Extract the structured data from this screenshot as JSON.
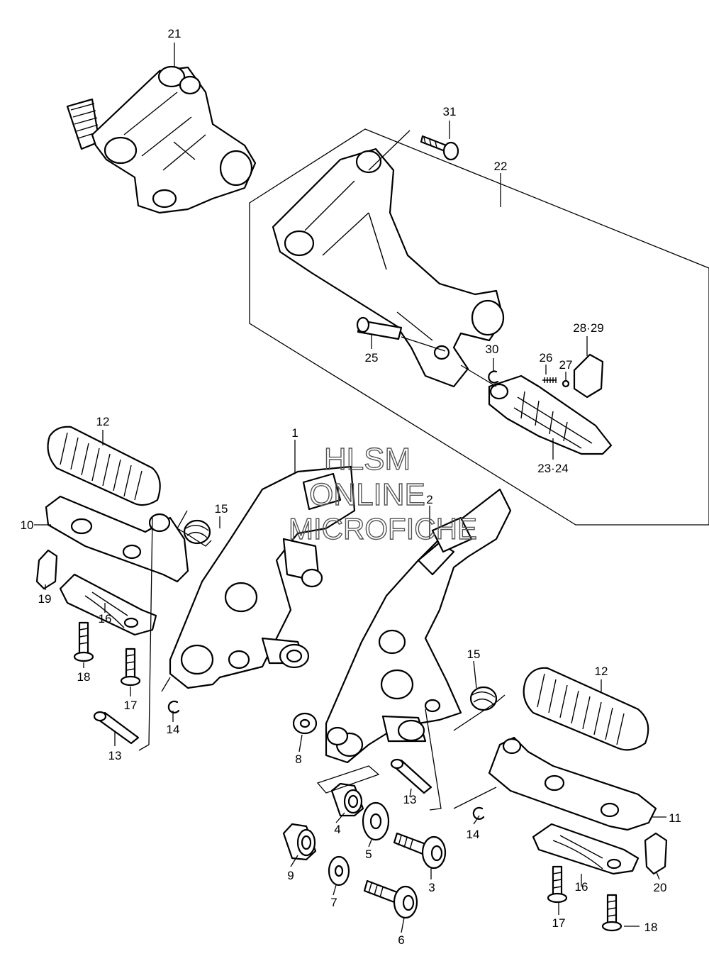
{
  "watermark": {
    "line1": "HLSM",
    "line2": "ONLINE",
    "line3": "MICROFICHE"
  },
  "labels": {
    "p1": "1",
    "p2": "2",
    "p3": "3",
    "p4": "4",
    "p5": "5",
    "p6": "6",
    "p7": "7",
    "p8": "8",
    "p9": "9",
    "p10": "10",
    "p11": "11",
    "p12a": "12",
    "p12b": "12",
    "p13a": "13",
    "p13b": "13",
    "p14a": "14",
    "p14b": "14",
    "p15a": "15",
    "p15b": "15",
    "p16a": "16",
    "p16b": "16",
    "p17a": "17",
    "p17b": "17",
    "p18a": "18",
    "p18b": "18",
    "p19": "19",
    "p20": "20",
    "p21": "21",
    "p22": "22",
    "p2324": "23·24",
    "p25": "25",
    "p26": "26",
    "p27": "27",
    "p2829": "28·29",
    "p30": "30",
    "p31": "31"
  }
}
